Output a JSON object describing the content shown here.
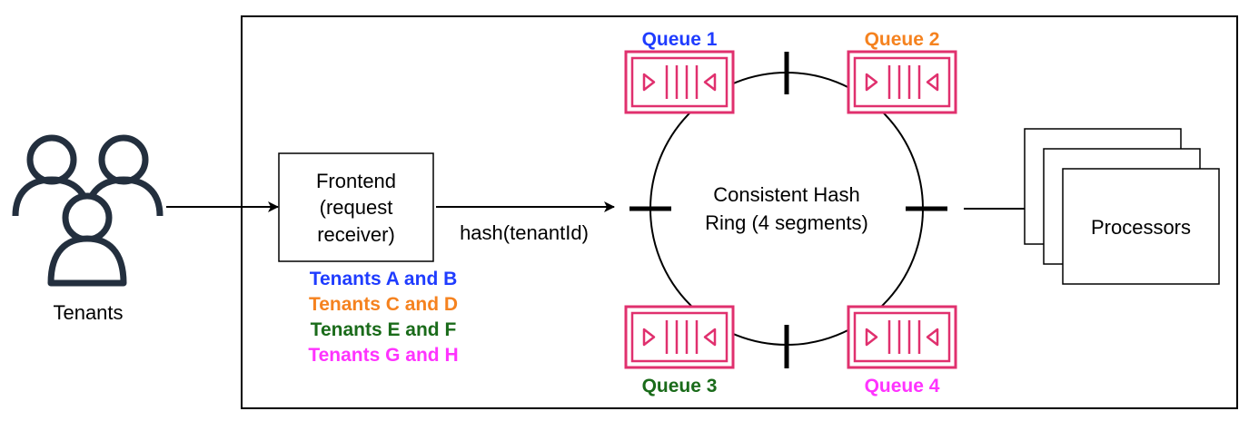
{
  "tenants": {
    "label": "Tenants"
  },
  "frontend": {
    "lines": [
      "Frontend",
      "(request",
      "receiver)"
    ]
  },
  "hash_label": "hash(tenantId)",
  "tenant_groups": [
    {
      "text": "Tenants A and B",
      "color": "#1f3cff"
    },
    {
      "text": "Tenants C and D",
      "color": "#f5821f"
    },
    {
      "text": "Tenants E and F",
      "color": "#1a6b1a"
    },
    {
      "text": "Tenants G and H",
      "color": "#ff33ff"
    }
  ],
  "ring": {
    "lines": [
      "Consistent Hash",
      "Ring (4 segments)"
    ]
  },
  "queues": [
    {
      "label": "Queue 1",
      "color": "#1f3cff"
    },
    {
      "label": "Queue 2",
      "color": "#f5821f"
    },
    {
      "label": "Queue 3",
      "color": "#1a6b1a"
    },
    {
      "label": "Queue 4",
      "color": "#ff33ff"
    }
  ],
  "queue_icon_color": "#e0306e",
  "processors": {
    "label": "Processors"
  }
}
